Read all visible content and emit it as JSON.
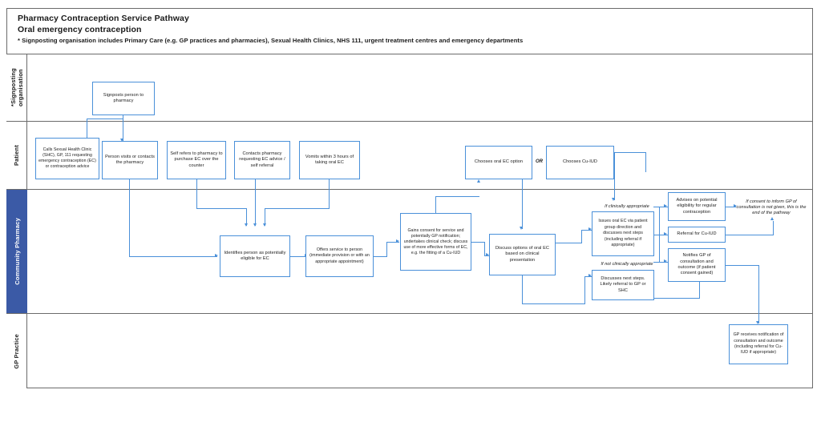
{
  "header": {
    "title": "Pharmacy Contraception Service Pathway",
    "subtitle": "Oral emergency contraception",
    "footnote": "* Signposting organisation includes Primary Care (e.g. GP practices and pharmacies), Sexual Health Clinics, NHS 111, urgent treatment centres and emergency departments"
  },
  "lanes": [
    {
      "label": "*Signposting organisation",
      "accent": false
    },
    {
      "label": "Patient",
      "accent": false
    },
    {
      "label": "Community Pharmacy",
      "accent": true
    },
    {
      "label": "GP Practice",
      "accent": false
    }
  ],
  "colors": {
    "accent_lane": "#3b5aa6",
    "box_border": "#4a90d9",
    "connector": "#4a90d9",
    "frame": "#6b6b6b",
    "text": "#1a1a1a"
  },
  "nodes": {
    "signposts": "Signposts person to pharmacy",
    "calls_shc": "Calls Sexual Health Clinic (SHC), GP, 111 requesting emergency contraception (EC) or contraception advice",
    "person_visits": "Person visits or contacts the pharmacy",
    "self_refers": "Self refers to pharmacy to purchase EC over the counter",
    "contacts_pharmacy": "Contacts pharmacy requesting EC advice / self referral",
    "vomits": "Vomits within 3 hours of taking oral EC",
    "chooses_oral": "Chooses oral EC option",
    "chooses_cuiud": "Chooses Cu-IUD",
    "identifies": "Identifies person as potentially eligible for EC",
    "offers_service": "Offers service to person (immediate provision or with an appropriate appointment)",
    "gains_consent": "Gains consent for service and potentially GP notification; undertakes clinical check; discuss use of more effective forms of EC, e.g. the fitting of a Cu-IUD",
    "discuss_options": "Discuss options of oral EC based on clinical presentation",
    "issues_oral_ec": "Issues oral EC via patient group direction and discusses next steps (including referral if appropriate)",
    "discusses_next_steps": "Discusses next steps. Likely referral to GP or SHC",
    "advises_eligibility": "Advises on potential eligibility for regular contraception",
    "referral_cuiud": "Referral for Cu-IUD",
    "notifies_gp": "Notifies GP of consultation and outcome (if patient consent gained)",
    "gp_receives": "GP receives notification of consultation and outcome (including referral for Cu-IUD if appropriate)"
  },
  "labels": {
    "or": "OR",
    "if_clinically_appropriate": "If clinically appropriate",
    "if_not_clinically_appropriate": "If not clinically appropriate",
    "end_of_pathway": "If consent to inform GP of consultation is not given, this is the end of the pathway"
  }
}
